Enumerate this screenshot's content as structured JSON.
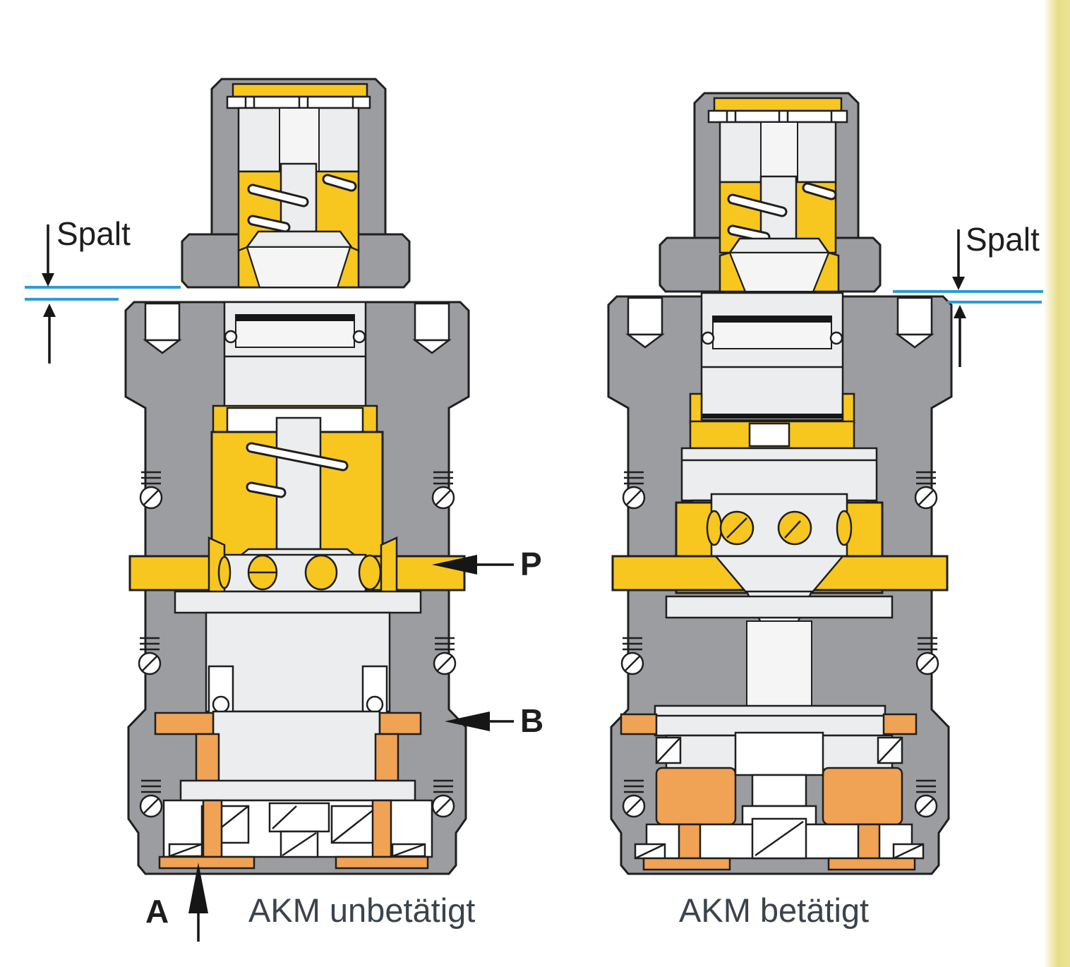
{
  "diagram": {
    "type": "valve-cross-section-comparison",
    "captions": {
      "left": "AKM unbetätigt",
      "right": "AKM betätigt"
    },
    "annotations": {
      "gap_label_left": "Spalt",
      "gap_label_right": "Spalt",
      "port_p_label": "P",
      "port_b_label": "B",
      "port_a_label": "A"
    },
    "colors": {
      "housing_gray": "#9B9DA0",
      "component_light": "#ECEDEE",
      "chamber_yellow": "#F7C71F",
      "port_b_orange": "#F0A355",
      "gap_line_blue": "#2E9BD6",
      "outline_black": "#1F1F1F",
      "caption_text": "#3B434C",
      "page_edge_stripe": "#E8DD84"
    }
  }
}
